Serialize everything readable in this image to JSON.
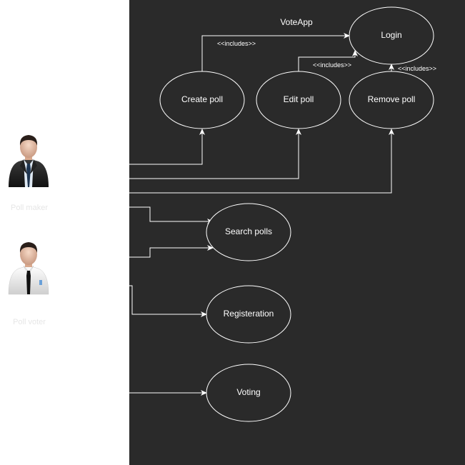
{
  "system": {
    "title": "VoteApp",
    "background_color": "#2a2a2a"
  },
  "actors": {
    "poll_maker": {
      "label": "Poll maker",
      "icon": "businessman-avatar-icon"
    },
    "poll_voter": {
      "label": "Poll voter",
      "icon": "office-worker-avatar-icon"
    }
  },
  "use_cases": {
    "login": "Login",
    "create_poll": "Create poll",
    "edit_poll": "Edit poll",
    "remove_poll": "Remove poll",
    "search_polls": "Search polls",
    "registration": "Registeration",
    "voting": "Voting"
  },
  "relations": {
    "includes_label": "<<includes>>"
  },
  "colors": {
    "canvas": "#2a2a2a",
    "lines": "#ffffff",
    "text": "#ffffff"
  }
}
